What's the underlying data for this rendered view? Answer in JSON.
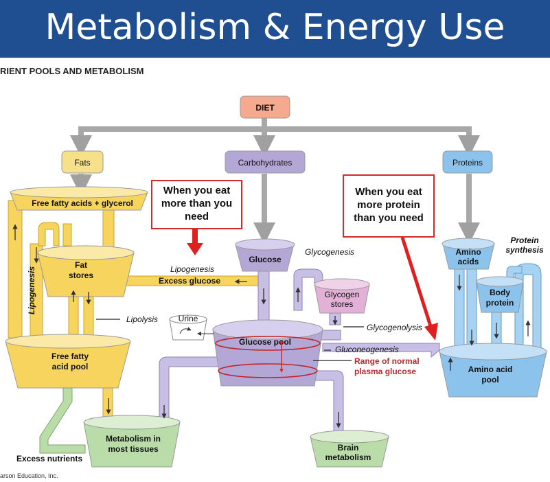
{
  "slide_title": "Metabolism & Energy Use",
  "figure_title": "RIENT POOLS AND METABOLISM",
  "nodes": {
    "diet": "DIET",
    "fats": "Fats",
    "carbohydrates": "Carbohydrates",
    "proteins": "Proteins",
    "free_fatty_acids_glycerol": "Free fatty acids + glycerol",
    "fat_stores": [
      "Fat",
      "stores"
    ],
    "free_fatty_acid_pool": [
      "Free fatty",
      "acid pool"
    ],
    "glucose": "Glucose",
    "glycogen_stores": [
      "Glycogen",
      "stores"
    ],
    "glucose_pool": "Glucose pool",
    "urine": "Urine",
    "amino_acids": [
      "Amino",
      "acids"
    ],
    "body_protein": [
      "Body",
      "protein"
    ],
    "amino_acid_pool": [
      "Amino acid",
      "pool"
    ],
    "metabolism_most_tissues": [
      "Metabolism in",
      "most tissues"
    ],
    "brain_metabolism": [
      "Brain",
      "metabolism"
    ]
  },
  "process_labels": {
    "lipogenesis_left": "Lipogenesis",
    "lipogenesis": "Lipogenesis",
    "excess_glucose": "Excess glucose",
    "lipolysis": "Lipolysis",
    "glycogenesis": "Glycogenesis",
    "glycogenolysis": "Glycogenolysis",
    "gluconeogenesis": "Gluconeogenesis",
    "protein_synthesis": [
      "Protein",
      "synthesis"
    ],
    "excess_nutrients": "Excess nutrients",
    "range_normal": [
      "Range of normal",
      "plasma glucose"
    ]
  },
  "callouts": {
    "left": "When you eat more than you need",
    "right": "When you eat more protein than you need"
  },
  "copyright": "arson Education, Inc.",
  "colors": {
    "banner": "#1f4f91",
    "fat": "#f7d45e",
    "carb": "#b3a7d6",
    "protein": "#8cc3ec",
    "green": "#b9dca9",
    "diet": "#f5a98f",
    "callout_border": "#d42a2a",
    "arrow_red": "#e02020"
  }
}
